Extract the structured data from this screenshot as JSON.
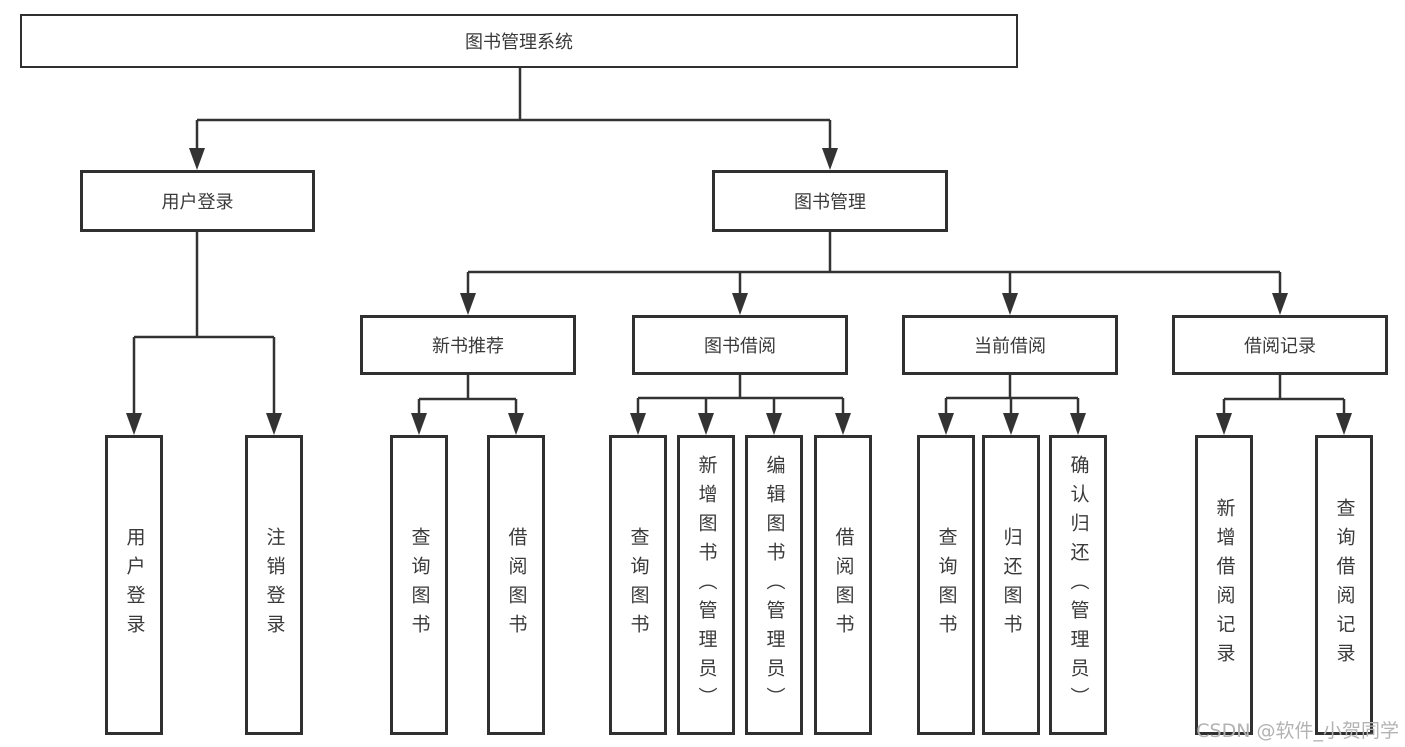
{
  "diagram": {
    "root": {
      "label": "图书管理系统"
    },
    "level2": [
      {
        "id": "user-login",
        "label": "用户登录"
      },
      {
        "id": "book-mgmt",
        "label": "图书管理"
      }
    ],
    "level3": [
      {
        "id": "new-books",
        "label": "新书推荐",
        "parent": "图书管理"
      },
      {
        "id": "book-borrow",
        "label": "图书借阅",
        "parent": "图书管理"
      },
      {
        "id": "current-borrow",
        "label": "当前借阅",
        "parent": "图书管理"
      },
      {
        "id": "borrow-records",
        "label": "借阅记录",
        "parent": "图书管理"
      }
    ],
    "leaves": [
      {
        "label": "用户登录",
        "parent": "用户登录"
      },
      {
        "label": "注销登录",
        "parent": "用户登录"
      },
      {
        "label": "查询图书",
        "parent": "新书推荐"
      },
      {
        "label": "借阅图书",
        "parent": "新书推荐"
      },
      {
        "label": "查询图书",
        "parent": "图书借阅"
      },
      {
        "label": "新增图书（管理员）",
        "parent": "图书借阅"
      },
      {
        "label": "编辑图书（管理员）",
        "parent": "图书借阅"
      },
      {
        "label": "借阅图书",
        "parent": "图书借阅"
      },
      {
        "label": "查询图书",
        "parent": "当前借阅"
      },
      {
        "label": "归还图书",
        "parent": "当前借阅"
      },
      {
        "label": "确认归还（管理员）",
        "parent": "当前借阅"
      },
      {
        "label": "新增借阅记录",
        "parent": "借阅记录"
      },
      {
        "label": "查询借阅记录",
        "parent": "借阅记录"
      }
    ]
  },
  "watermark": {
    "text": "CSDN @软件_小贺同学"
  },
  "colors": {
    "line": "#333333",
    "border": "#303030",
    "text": "#3a3a3a",
    "watermark": "#b3b3b3",
    "background": "#ffffff"
  }
}
